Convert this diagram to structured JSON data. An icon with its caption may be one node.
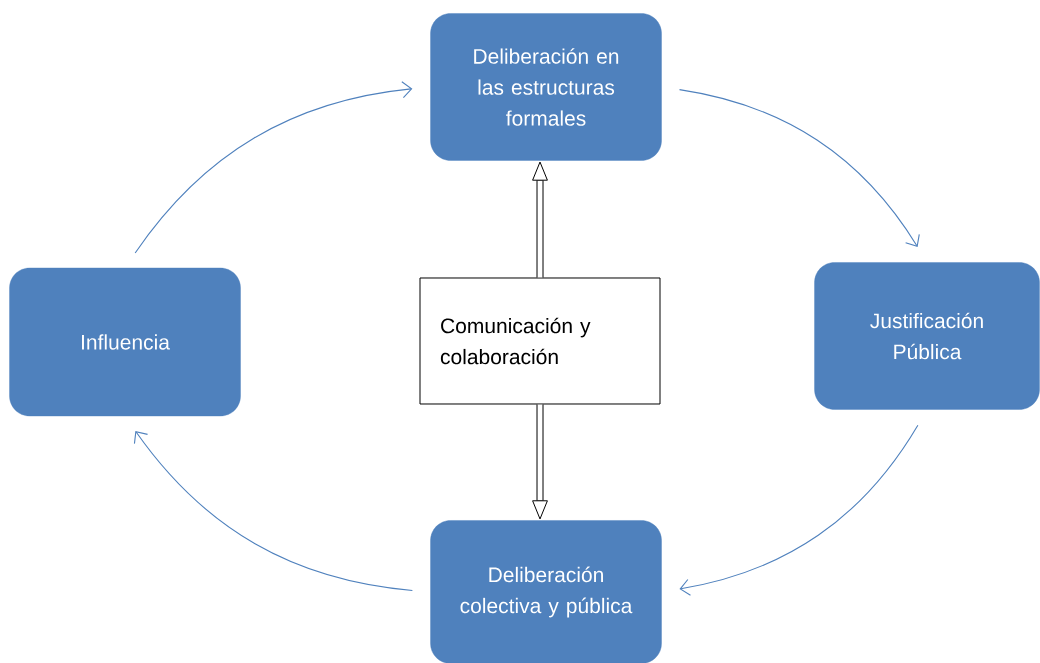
{
  "diagram": {
    "nodes": [
      {
        "text": [
          "Deliberación en las estructuras formales"
        ]
      },
      {
        "text": [
          "Justificación Pública"
        ]
      },
      {
        "text": [
          "Deliberación colectiva y pública"
        ]
      },
      {
        "text": [
          "Influencia"
        ]
      },
      {
        "text": [
          "Comunicación y colaboración"
        ]
      }
    ],
    "edges": [
      {
        "from": 0,
        "to": 1,
        "arrow": "to"
      },
      {
        "from": 1,
        "to": 2,
        "arrow": "to"
      },
      {
        "from": 2,
        "to": 3,
        "arrow": "to"
      },
      {
        "from": 3,
        "to": 0,
        "arrow": "to"
      },
      {
        "from": 4,
        "to": 0,
        "arrow": "to",
        "style": "thick",
        "color": "#000000"
      },
      {
        "from": 4,
        "to": 2,
        "arrow": "to",
        "style": "thick",
        "color": "#000000"
      }
    ]
  }
}
